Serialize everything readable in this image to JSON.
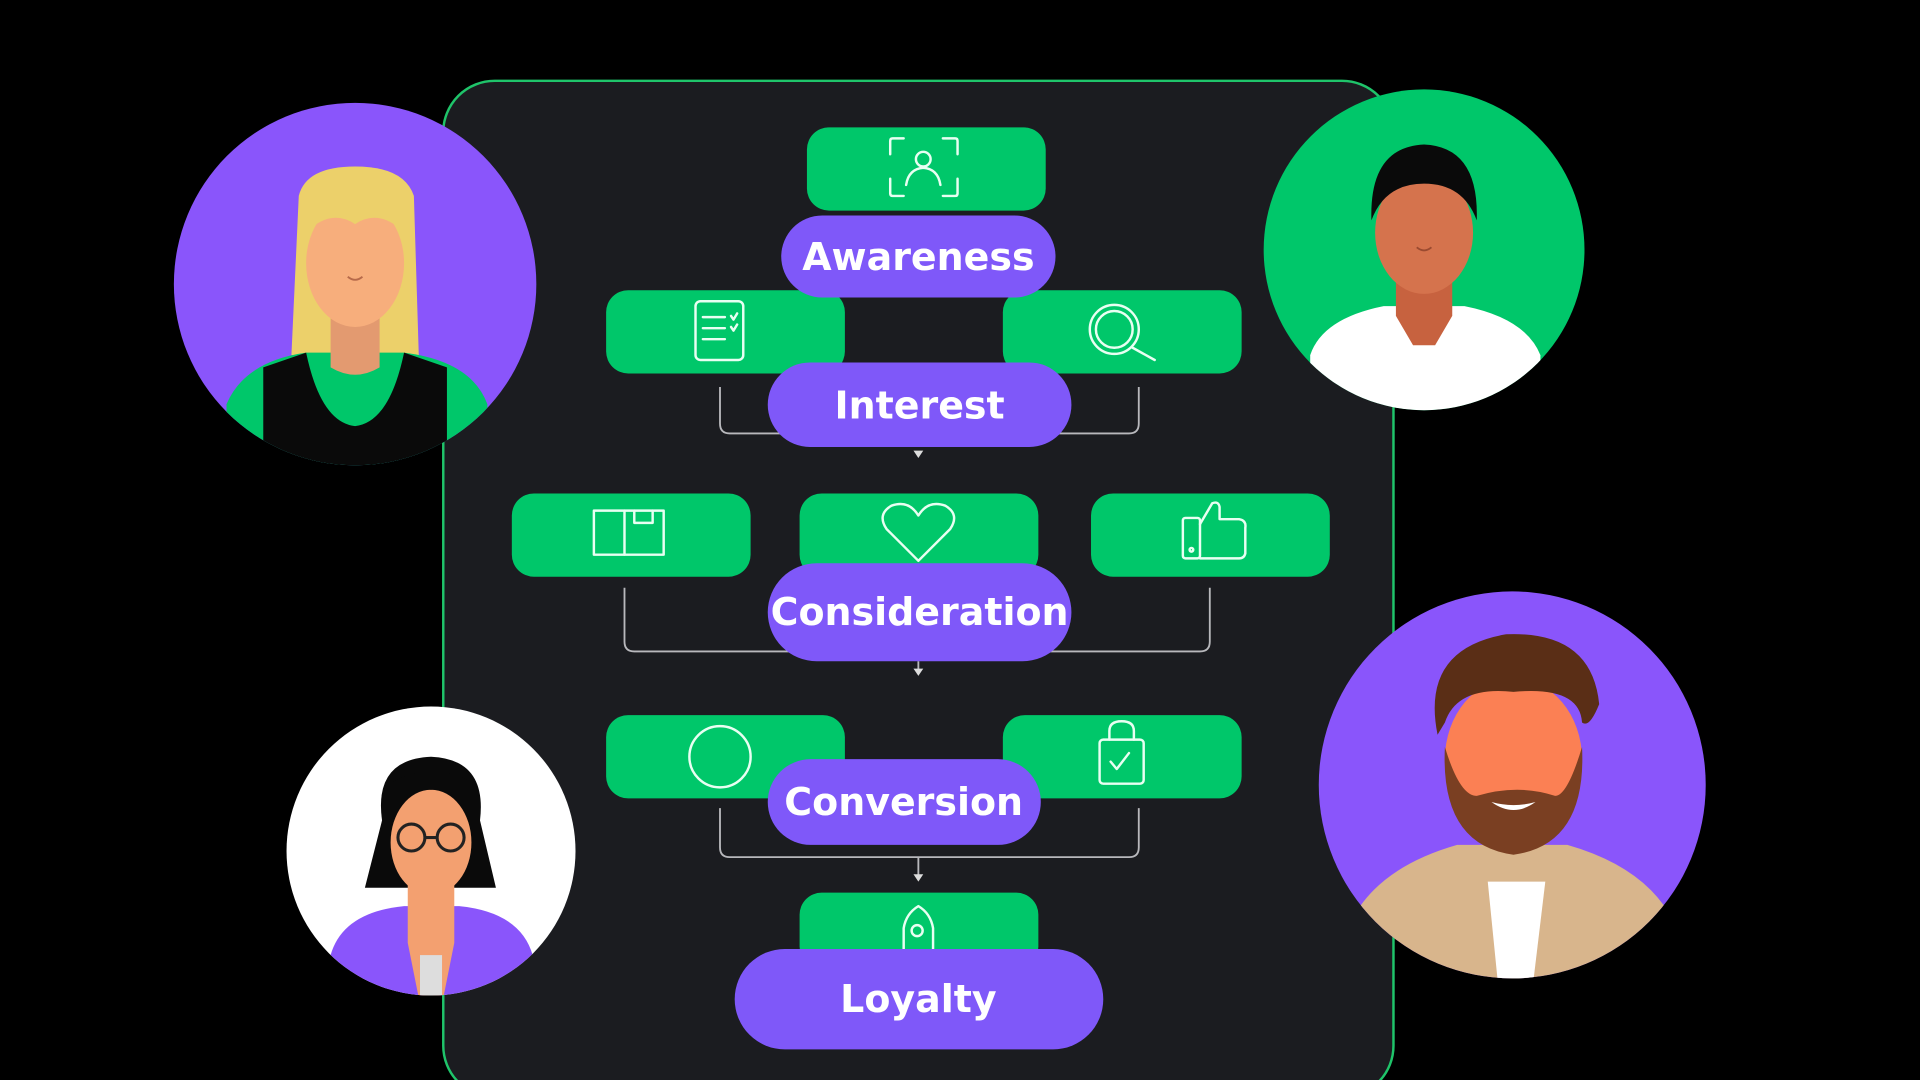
{
  "colors": {
    "background": "#000000",
    "panel": "#1b1c20",
    "panel_border": "#1fc46a",
    "green": "#00c76a",
    "purple": "#7f58f9",
    "text": "#ffffff"
  },
  "stages": [
    {
      "label": "Awareness",
      "icons": [
        "person-frame-icon"
      ]
    },
    {
      "label": "Interest",
      "icons": [
        "checklist-icon",
        "magnifier-icon"
      ]
    },
    {
      "label": "Consideration",
      "icons": [
        "box-icon",
        "heart-icon",
        "thumbs-up-icon"
      ]
    },
    {
      "label": "Conversion",
      "icons": [
        "circle-icon",
        "shopping-bag-check-icon"
      ]
    },
    {
      "label": "Loyalty",
      "icons": [
        "rocket-icon"
      ]
    }
  ],
  "avatars": [
    {
      "name": "blonde-woman",
      "bg": "#8a55fb"
    },
    {
      "name": "man-white-shirt",
      "bg": "#00c76a"
    },
    {
      "name": "woman-glasses",
      "bg": "#ffffff"
    },
    {
      "name": "bearded-man",
      "bg": "#8a55fb"
    }
  ]
}
